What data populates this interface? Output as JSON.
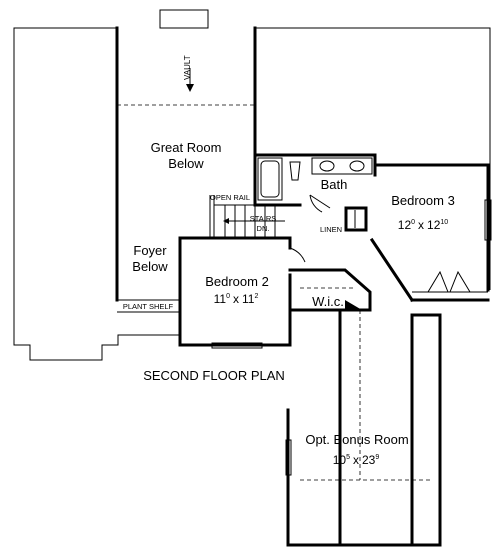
{
  "plan": {
    "title": "SECOND FLOOR PLAN",
    "vault": "VAULT",
    "open_rail": "OPEN RAIL",
    "stairs": "STAIRS",
    "stairs_dir": "DN.",
    "linen": "LINEN",
    "plant_shelf": "PLANT SHELF"
  },
  "rooms": {
    "great_room": {
      "line1": "Great Room",
      "line2": "Below"
    },
    "foyer": {
      "line1": "Foyer",
      "line2": "Below"
    },
    "bath": {
      "name": "Bath"
    },
    "wic": {
      "name": "W.i.c."
    },
    "bedroom2": {
      "name": "Bedroom 2",
      "w": "11",
      "w_in": "0",
      "x": "x",
      "h": "11",
      "h_in": "2"
    },
    "bedroom3": {
      "name": "Bedroom 3",
      "w": "12",
      "w_in": "0",
      "x": "x",
      "h": "12",
      "h_in": "10"
    },
    "bonus": {
      "name": "Opt. Bonus Room",
      "w": "10",
      "w_in": "5",
      "x": "x",
      "h": "23",
      "h_in": "9"
    }
  }
}
